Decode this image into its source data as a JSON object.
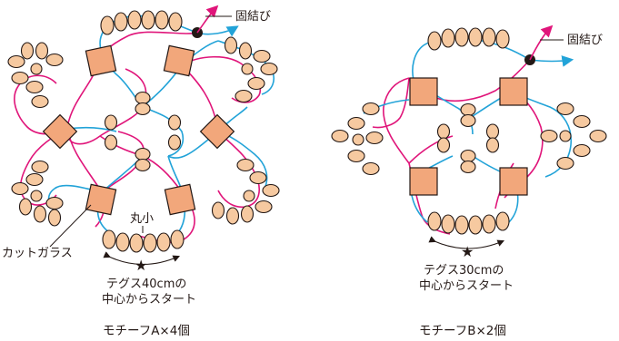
{
  "colors": {
    "pink_thread": "#e0157a",
    "blue_thread": "#22a3d8",
    "bead": "#f6c9a0",
    "cut_glass": "#f2a77b",
    "ink": "#231815"
  },
  "motif_a": {
    "knot_label": "固結び",
    "small_round_label": "丸小",
    "cut_glass_label": "カットガラス",
    "start_line1": "テグス40cmの",
    "start_line2": "中心からスタート",
    "caption": "モチーフA×4個"
  },
  "motif_b": {
    "knot_label": "固結び",
    "start_line1": "テグス30cmの",
    "start_line2": "中心からスタート",
    "caption": "モチーフB×2個"
  },
  "icons": {
    "start_marker": "star-icon",
    "knot_marker": "knot-dot-icon",
    "direction_arrow": "curved-double-arrow-icon"
  }
}
